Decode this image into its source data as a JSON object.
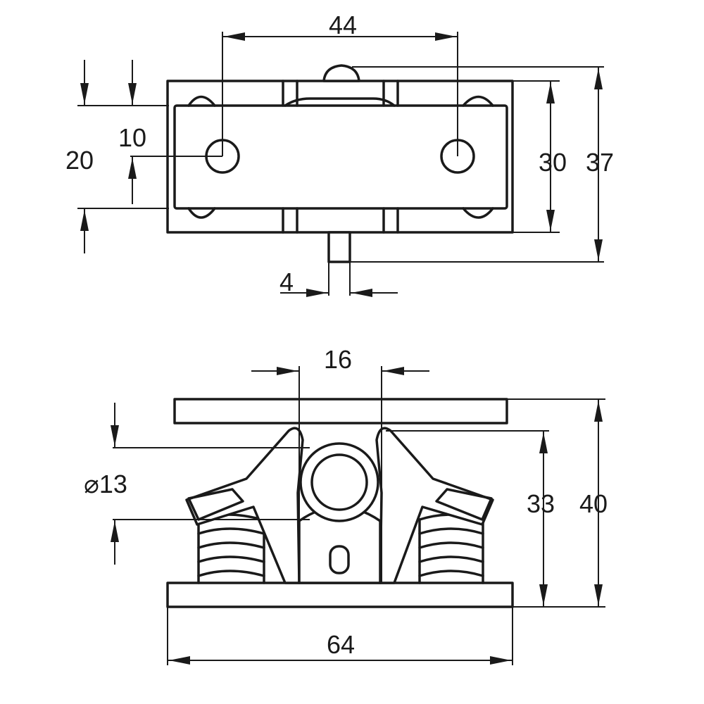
{
  "top_view": {
    "dimensions": {
      "hole_spacing": "44",
      "slot_width": "10",
      "plate_height": "20",
      "body_height": "30",
      "overall_height": "37",
      "pin_diameter": "4"
    }
  },
  "side_view": {
    "dimensions": {
      "jaw_gap": "16",
      "roller_diameter": "⌀13",
      "jaw_height": "33",
      "overall_height": "40",
      "base_length": "64"
    }
  }
}
